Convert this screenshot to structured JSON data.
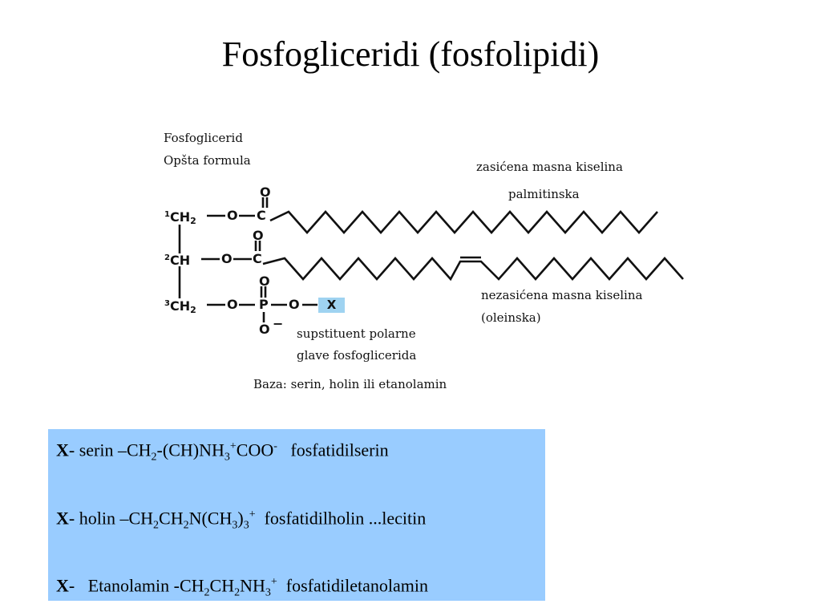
{
  "title": "Fosfogliceridi (fosfolipidi)",
  "diagram": {
    "heading_line1": "Fosfoglicerid",
    "heading_line2": "Opšta formula",
    "saturated_line1": "zasićena masna kiselina",
    "saturated_line2": "palmitinska",
    "unsaturated_line1": "nezasićena masna kiselina",
    "unsaturated_line2": "(oleinska)",
    "substituent_line1": "supstituent polarne",
    "substituent_line2": "glave fosfoglicerida",
    "base_line": "Baza: serin, holin ili etanolamin",
    "x_label": "X",
    "atom_O": "O",
    "atom_C": "C",
    "atom_P": "P",
    "atom_H": "H",
    "atom_2": "2",
    "atom_minus": "−",
    "num_1": "1",
    "num_2": "2",
    "num_3": "3",
    "ch": "CH",
    "colors": {
      "x_highlight": "#9fd3f1",
      "info_bg": "#99ccff"
    }
  },
  "info": {
    "x": "X",
    "line1": {
      "a": "- serin –CH",
      "b": "2",
      "c": "-(CH)NH",
      "d": "3",
      "e": "+",
      "f": "COO",
      "g": "-",
      "h": "   fosfatidilserin"
    },
    "line2": {
      "a": "- holin –CH",
      "b": "2",
      "c": "CH",
      "d": "2",
      "e": "N(CH",
      "f": "3",
      "g": ")",
      "h": "3",
      "i": "+",
      "j": "  fosfatidilholin ...lecitin"
    },
    "line3": {
      "a": "-   Etanolamin -CH",
      "b": "2",
      "c": "CH",
      "d": "2",
      "e": "NH",
      "f": "3",
      "g": "+",
      "h": "  fosfatidiletanolamin"
    }
  }
}
